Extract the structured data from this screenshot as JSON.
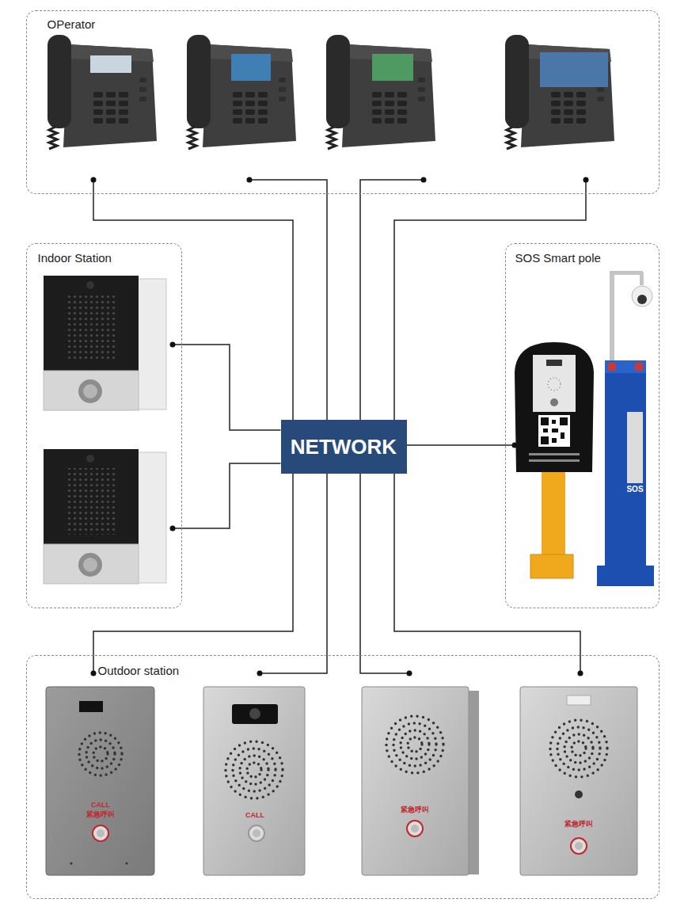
{
  "diagram": {
    "nodes": [
      {
        "text": [
          "OPerator"
        ]
      },
      {
        "text": [
          "Indoor Station"
        ]
      },
      {
        "text": [
          "SOS Smart pole"
        ]
      },
      {
        "text": [
          "NETWORK"
        ]
      },
      {
        "text": [
          "Outdoor station"
        ]
      }
    ],
    "edges": [
      {
        "from": 0,
        "to": 3,
        "arrow": "none"
      },
      {
        "from": 0,
        "to": 3,
        "arrow": "none"
      },
      {
        "from": 0,
        "to": 3,
        "arrow": "none"
      },
      {
        "from": 0,
        "to": 3,
        "arrow": "none"
      },
      {
        "from": 1,
        "to": 3,
        "arrow": "none"
      },
      {
        "from": 1,
        "to": 3,
        "arrow": "none"
      },
      {
        "from": 2,
        "to": 3,
        "arrow": "none"
      },
      {
        "from": 4,
        "to": 3,
        "arrow": "none"
      },
      {
        "from": 4,
        "to": 3,
        "arrow": "none"
      },
      {
        "from": 4,
        "to": 3,
        "arrow": "none"
      },
      {
        "from": 4,
        "to": 3,
        "arrow": "none"
      }
    ],
    "labels": [
      "CALL",
      "紧急呼叫",
      "CALL",
      "紧急呼叫",
      "紧急呼叫",
      "SOS"
    ]
  }
}
